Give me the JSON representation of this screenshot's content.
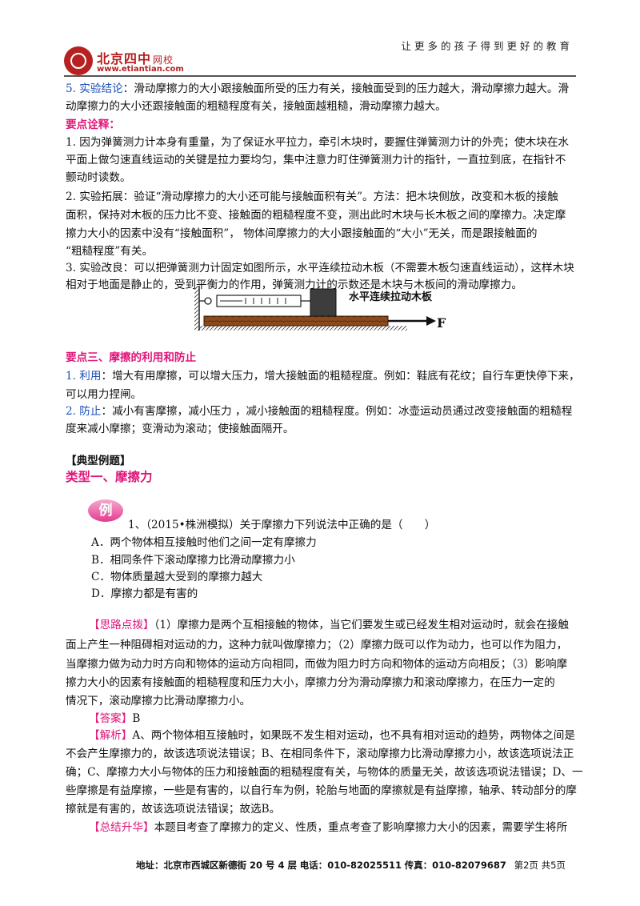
{
  "header": {
    "slogan": "让更多的孩子得到更好的教育",
    "logo_name": "北京四中",
    "logo_sub": "网校",
    "logo_url": "www.etiantian.com"
  },
  "lines": {
    "l1a": "5. 实验结论",
    "l1b": "：滑动摩擦力的大小跟接触面所受的压力有关，接触面受到的压力越大，滑动摩擦力越大。滑",
    "l2": "动摩擦力的大小还跟接触面的粗糙程度有关，接触面越粗糙，滑动摩擦力越大。",
    "heading_notes": "要点诠释：",
    "n1a": "1.  因为弹簧测力计本身有重量，为了保证水平拉力，牵引木块时，要握住弹簧测力计的外壳；使木块在水",
    "n1b": "平面上做匀速直线运动的关键是拉力要均匀，集中注意力盯住弹簧测力计的指针，一直拉到底，在指针不",
    "n1c": "颤动时读数。",
    "n2a": "2. 实验拓展：验证“滑动摩擦力的大小还可能与接触面积有关”。方法：把木块侧放，改变和木板的接触",
    "n2b": "面积，保持对木板的压力比不变、接触面的粗糙程度不变，测出此时木块与长木板之间的摩擦力。决定摩",
    "n2c": "擦力大小的因素中没有“接触面积”， 物体间摩擦力的大小跟接触面的“大小”无关，而是跟接触面的",
    "n2d": "“粗糙程度”有关。",
    "n3a": "3. 实验改良：可以把弹簧测力计固定如图所示，水平连续拉动木板（不需要木板匀速直线运动），这样木块",
    "n3b": "相对于地面是静止的，受到平衡力的作用，弹簧测力计的示数还是木块与木板间的滑动摩擦力。",
    "heading3": "要点三、摩擦的利用和防止",
    "u1a": "1. 利用",
    "u1b": "：增大有用摩擦，可以增大压力，增大接触面的粗糙程度。例如：鞋底有花纹；自行车更快停下来，",
    "u1c": "可以用力捏闸。",
    "u2a": "2. 防止",
    "u2b": "：减小有害摩擦，减小压力 ，减小接触面的粗糙程度。例如：冰壶运动员通过改变接触面的粗糙程",
    "u2c": "度来减小摩擦；变滑动为滚动；使接触面隔开。",
    "examples": "【典型例题】",
    "type1": "类型一、摩擦力",
    "ex_icon": "例",
    "q1": "1、（2015•株洲模拟）关于摩擦力下列说法中正确的是（　　）",
    "optA": "A．两个物体相互接触时他们之间一定有摩擦力",
    "optB": "B．相同条件下滚动摩擦力比滑动摩擦力小",
    "optC": "C．物体质量越大受到的摩擦力越大",
    "optD": "D．摩擦力都是有害的",
    "hint_tag": "【思路点拨】",
    "hint1": "（1）摩擦力是两个互相接触的物体，当它们要发生或已经发生相对运动时，就会在接触",
    "hint2": "面上产生一种阻碍相对运动的力，这种力就叫做摩擦力；（2）摩擦力既可以作为动力，也可以作为阻力，",
    "hint3": "当摩擦力做为动力时方向和物体的运动方向相同，而做为阻力时方向和物体的运动方向相反；（3）影响摩",
    "hint4": "擦力大小的因素有接触面的粗糙程度和压力大小，摩擦力分为滑动摩擦力和滚动摩擦力，在压力一定的",
    "hint5": "情况下，滚动摩擦力比滑动摩擦力小。",
    "answer_tag": "【答案】",
    "answer": "B",
    "analysis_tag": "【解析】",
    "ana1": "A、两个物体相互接触时，如果既不发生相对运动，也不具有相对运动的趋势，两物体之间是",
    "ana2": "不会产生摩擦力的，故该选项说法错误；B、在相同条件下，滚动摩擦力比滑动摩擦力小，故该选项说法正",
    "ana3": "确；C、摩擦力大小与物体的压力和接触面的粗糙程度有关，与物体的质量无关，故该选项说法错误；D、一",
    "ana4": "些摩擦是有益摩擦，一些是有害的，以自行车为例，轮胎与地面的摩擦就是有益摩擦，轴承、转动部分的摩",
    "ana5": "擦就是有害的，故该选项说法错误；故选B。",
    "summary_tag": "【总结升华】",
    "sum1": "本题目考查了摩擦力的定义、性质，重点考查了影响摩擦力大小的因素，需要学生将所"
  },
  "figure": {
    "label": "水平连续拉动木板",
    "force": "F"
  },
  "footer": {
    "address_label": "地址：",
    "address": "北京市西城区新德街 20 号 4 层",
    "phone_label": "电话：",
    "phone": "010-82025511",
    "fax_label": "传真：",
    "fax": "010-82079687",
    "page": "第2页  共5页"
  }
}
